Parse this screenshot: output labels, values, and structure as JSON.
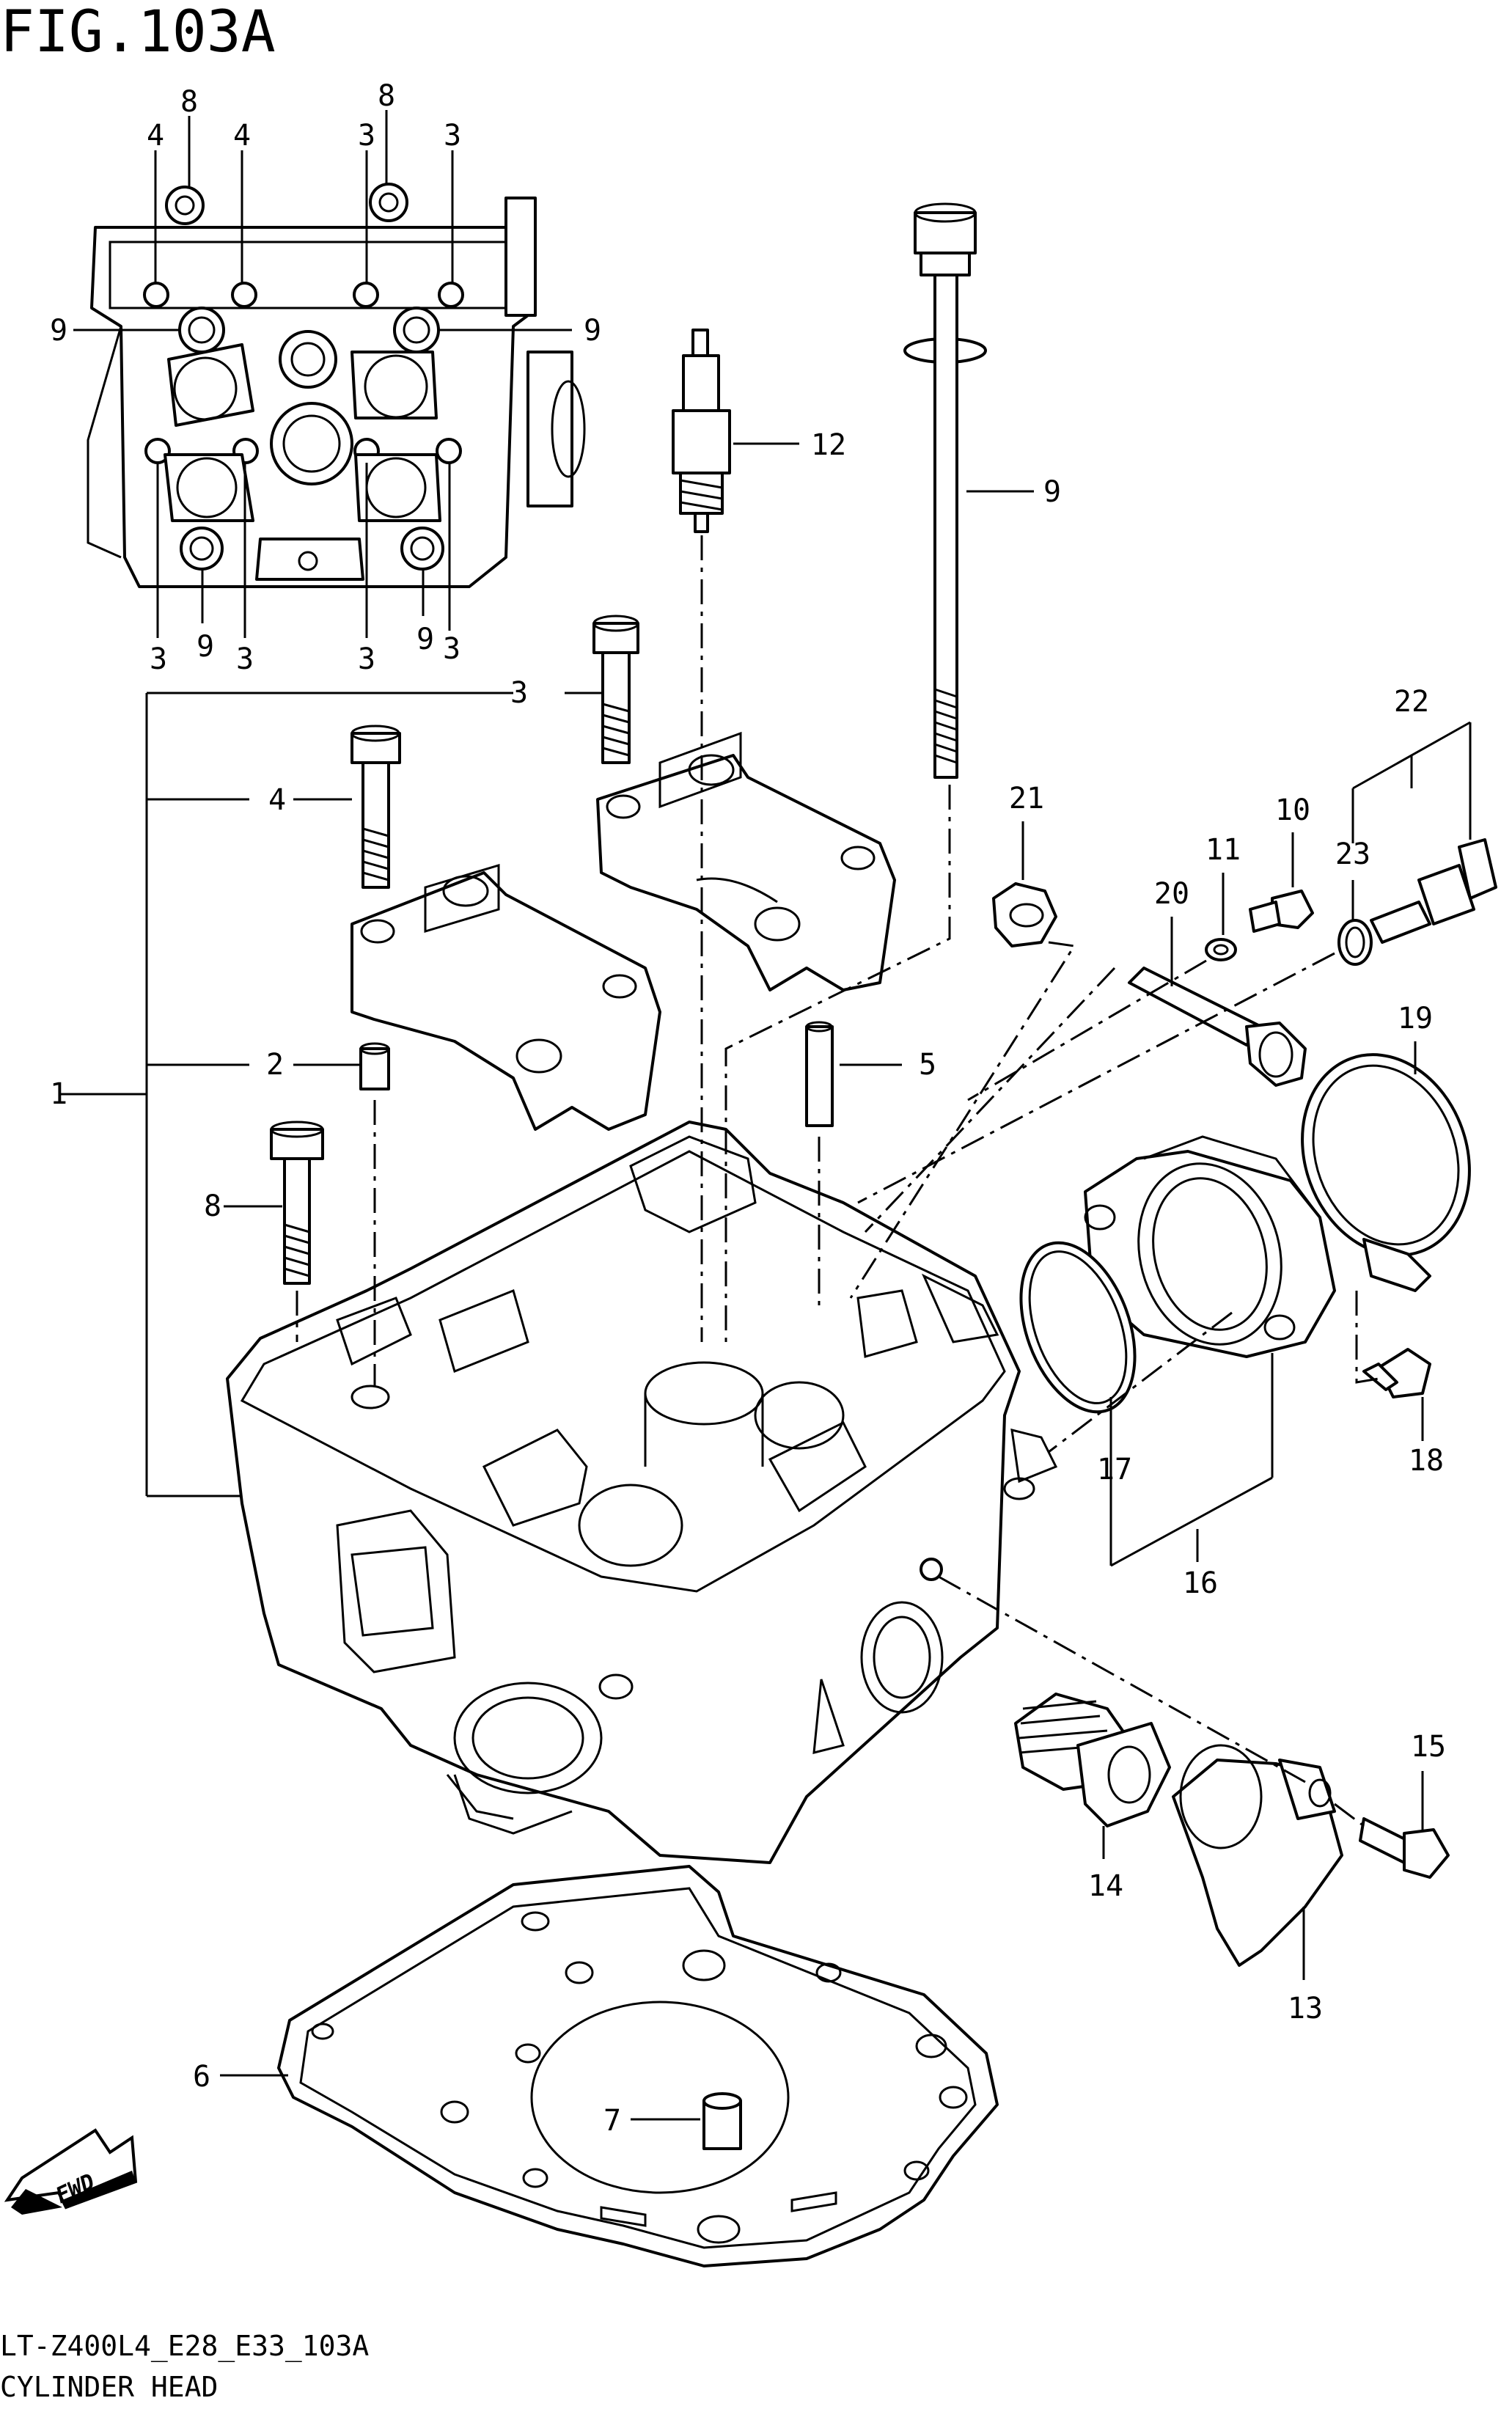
{
  "figure": {
    "title": "FIG.103A",
    "model_code": "LT-Z400L4_E28_E33_103A",
    "caption": "CYLINDER HEAD",
    "fwd_label": "FWD"
  },
  "callouts": {
    "c1": "1",
    "c2": "2",
    "c3": "3",
    "c4": "4",
    "c5": "5",
    "c6": "6",
    "c7": "7",
    "c8": "8",
    "c9": "9",
    "c10": "10",
    "c11": "11",
    "c12": "12",
    "c13": "13",
    "c14": "14",
    "c15": "15",
    "c16": "16",
    "c17": "17",
    "c18": "18",
    "c19": "19",
    "c20": "20",
    "c21": "21",
    "c22": "22",
    "c23": "23"
  }
}
